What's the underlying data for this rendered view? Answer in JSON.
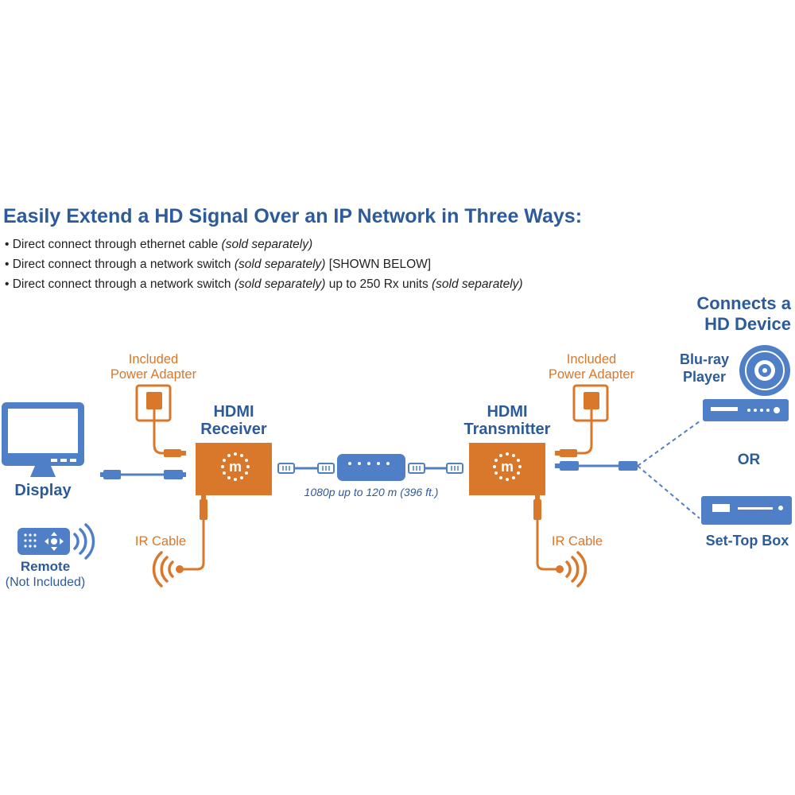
{
  "heading": {
    "title": "Easily Extend a HD Signal Over an IP Network in Three Ways:",
    "bullets": [
      {
        "prefix": "• Direct connect through ethernet cable ",
        "italic": "(sold separately)",
        "suffix": "",
        "italic2": ""
      },
      {
        "prefix": "• Direct connect through a network switch ",
        "italic": "(sold separately)",
        "suffix": " [SHOWN BELOW]",
        "italic2": ""
      },
      {
        "prefix": "• Direct connect through a network switch ",
        "italic": "(sold separately)",
        "suffix": " up to 250 Rx units ",
        "italic2": "(sold separately)"
      }
    ]
  },
  "left": {
    "display_label": "Display",
    "remote_label": "Remote",
    "remote_note": "(Not Included)",
    "power_adapter_line1": "Included",
    "power_adapter_line2": "Power Adapter",
    "receiver_line1": "HDMI",
    "receiver_line2": "Receiver",
    "ir_cable_label": "IR Cable"
  },
  "middle": {
    "distance_label": "1080p up to 120 m (396 ft.)"
  },
  "right": {
    "power_adapter_line1": "Included",
    "power_adapter_line2": "Power Adapter",
    "transmitter_line1": "HDMI",
    "transmitter_line2": "Transmitter",
    "ir_cable_label": "IR Cable",
    "connects_line1": "Connects a",
    "connects_line2": "HD Device",
    "bluray_line1": "Blu-ray",
    "bluray_line2": "Player",
    "or_label": "OR",
    "settop_label": "Set-Top Box"
  },
  "logo_glyph": "m",
  "colors": {
    "blue": "#2d5b9a",
    "device_blue": "#4f7fc6",
    "orange": "#d9772a",
    "text": "#222222"
  }
}
